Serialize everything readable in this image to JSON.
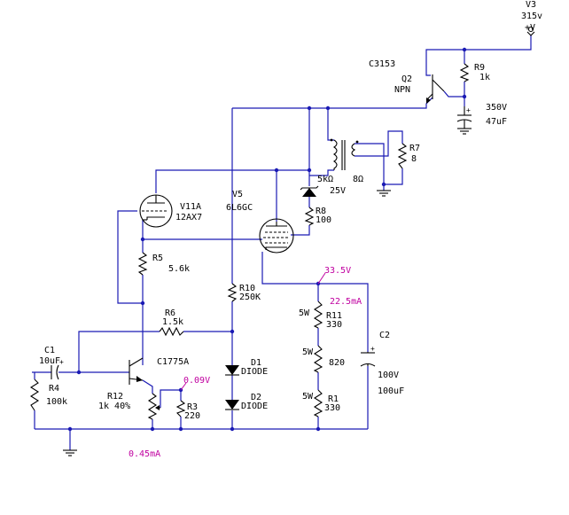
{
  "labels": {
    "v3_name": "V3",
    "v3_value": "315v",
    "v3_plus": "+V",
    "q2_part": "C3153",
    "q2_name": "Q2",
    "q2_type": "NPN",
    "r9_name": "R9",
    "r9_value": "1k",
    "c_top_voltage": "350V",
    "c_top_value": "47uF",
    "r7_name": "R7",
    "r7_value": "8",
    "xfmr_primary": "5kΩ",
    "xfmr_secondary": "8Ω",
    "zener_voltage": "25V",
    "r8_name": "R8",
    "r8_value": "100",
    "v5_name": "V5",
    "v5_type": "6L6GC",
    "v11_name": "V11A",
    "v11_type": "12AX7",
    "r5_name": "R5",
    "r5_value": "5.6k",
    "r10_name": "R10",
    "r10_value": "250K",
    "cath_voltage": "33.5V",
    "cath_current": "22.5mA",
    "r11_watt": "5W",
    "r11_name": "R11",
    "r11_value": "330",
    "mid_watt": "5W",
    "mid_value": "820",
    "r1_watt": "5W",
    "r1_name": "R1",
    "r1_value": "330",
    "c2_name": "C2",
    "c2_voltage": "100V",
    "c2_value": "100uF",
    "r6_name": "R6",
    "r6_value": "1.5k",
    "c1_name": "C1",
    "c1_value": "10uF",
    "q1_part": "C1775A",
    "r4_name": "R4",
    "r4_value": "100k",
    "r12_name": "R12",
    "r12_value": "1k 40%",
    "emitter_voltage": "0.09V",
    "r3_name": "R3",
    "r3_value": "220",
    "d1_name": "D1",
    "d1_type": "DIODE",
    "d2_name": "D2",
    "d2_type": "DIODE",
    "bottom_current": "0.45mA"
  }
}
